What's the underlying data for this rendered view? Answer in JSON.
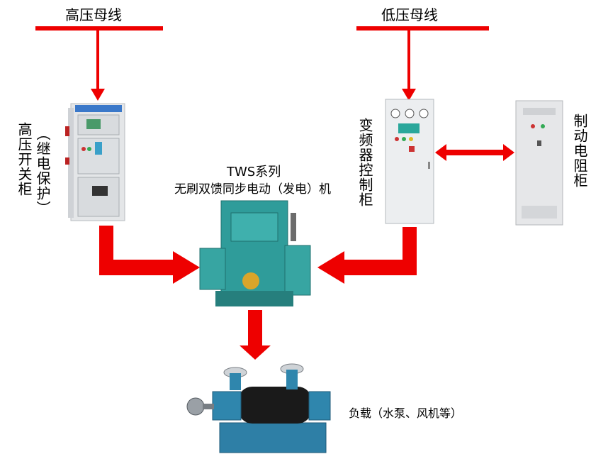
{
  "labels": {
    "high_voltage_bus": "高压母线",
    "low_voltage_bus": "低压母线",
    "hv_switch_cabinet": "高压开关柜",
    "relay_protection": "（继电保护）",
    "vfd_cabinet": "变频器控制柜",
    "braking_resistor_cabinet": "制动电阻柜",
    "motor_series": "TWS系列",
    "motor_name": "无刷双馈同步电动（发电）机",
    "load": "负载（水泵、风机等）"
  },
  "colors": {
    "flow_red": "#ee0000",
    "cabinet_body": "#e6e8ea",
    "motor_teal": "#2f9c9a",
    "pump_blue": "#2e7fa6"
  }
}
